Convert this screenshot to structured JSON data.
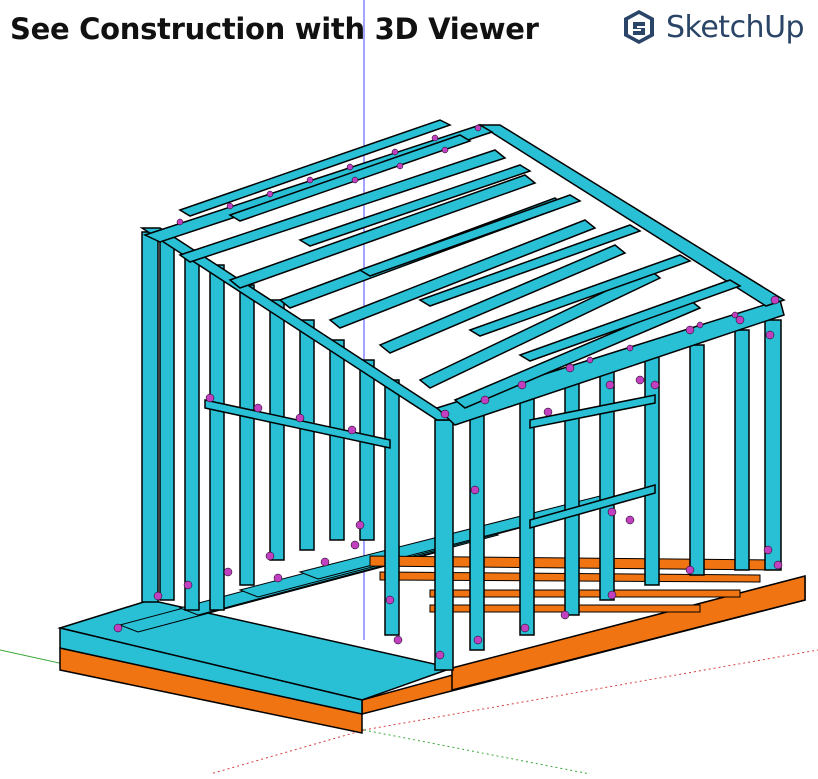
{
  "header": {
    "title": "See Construction with 3D Viewer"
  },
  "brand": {
    "name": "SketchUp",
    "logo_icon": "sketchup-logo-icon",
    "color": "#2a4567"
  },
  "model": {
    "description_icon": "house-frame-3d-model",
    "colors": {
      "framing": "#29c0d6",
      "base": "#f07412",
      "fasteners": "#c040c0",
      "outline": "#000000"
    },
    "axes": {
      "blue": "#4a4aff",
      "green": "#3aa83a",
      "red": "#d84040"
    }
  }
}
